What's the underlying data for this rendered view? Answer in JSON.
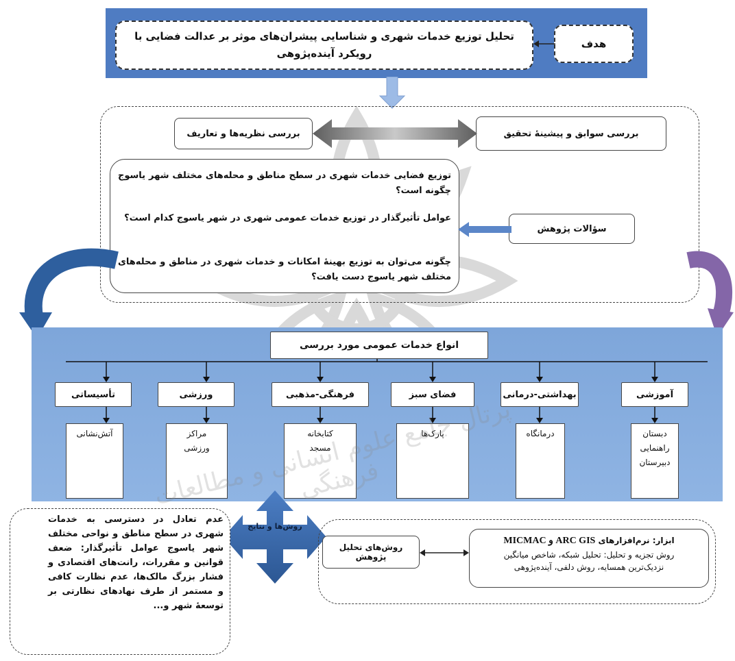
{
  "goal": {
    "label": "هدف",
    "text": "تحلیل توزیع خدمات شهری و شناسایی پیشران‌های موثر بر عدالت فضایی با رویکرد آینده‌پژوهی"
  },
  "review": {
    "background": "بررسی سوابق و پیشینهٔ تحقیق",
    "theories": "بررسی نظریه‌ها و تعاریف"
  },
  "research_questions": {
    "label": "سؤالات پژوهش",
    "items": [
      "توزیع فضایی خدمات شهری در سطح مناطق و محله‌های مختلف شهر یاسوج چگونه است؟",
      "عوامل تأثیرگذار در توزیع خدمات عمومی شهری در شهر یاسوج کدام است؟",
      "چگونه می‌توان به توزیع بهینهٔ امکانات و خدمات شهری در مناطق و محله‌های مختلف شهر یاسوج دست یافت؟"
    ]
  },
  "services": {
    "title": "انواع خدمات عمومی مورد بررسی",
    "categories": [
      {
        "label": "آموزشی",
        "items": [
          "دبستان",
          "راهنمایی",
          "دبیرستان"
        ]
      },
      {
        "label": "بهداشتی-درمانی",
        "items": [
          "درمانگاه"
        ]
      },
      {
        "label": "فضای سبز",
        "items": [
          "پارک‌ها"
        ]
      },
      {
        "label": "فرهنگی-مذهبی",
        "items": [
          "کتابخانه",
          "مسجد"
        ]
      },
      {
        "label": "ورزشی",
        "items": [
          "مراکز ورزشی"
        ]
      },
      {
        "label": "تأسیساتی",
        "items": [
          "آتش‌نشانی"
        ]
      }
    ]
  },
  "methods": {
    "label": "روش‌های تحلیل پژوهش",
    "tools_prefix": "ابزار: نرم‌افزارهای",
    "tools_software": "ARC GIS و MICMAC",
    "tools_line2": "روش تجزیه و تحلیل: تحلیل شبکه، شاخص میانگین",
    "tools_line3": "نزدیک‌ترین همسایه، روش دلفی، آینده‌پژوهی"
  },
  "results_arrow_label": "روش‌ها و نتایج",
  "findings": {
    "text": "عدم تعادل در دسترسی به خدمات شهری در سطح مناطق و نواحی مختلف شهر یاسوج عوامل تأثیرگذار: ضعف قوانین و مقررات، رانت‌های اقتصادی و فشار بزرگ مالک‌ها، عدم نظارت کافی و مستمر از طرف نهادهای نظارتی بر توسعهٔ شهر و..."
  },
  "watermark": "پرتال جامع علوم انسانی و مطالعات فرهنگی",
  "colors": {
    "header_blue": "#4f7cc2",
    "panel_blue": "#7ea6da",
    "arrow_blue": "#2e5f9e",
    "arrow_purple": "#8466a8",
    "gray_arrow": "#7a7a7a"
  }
}
